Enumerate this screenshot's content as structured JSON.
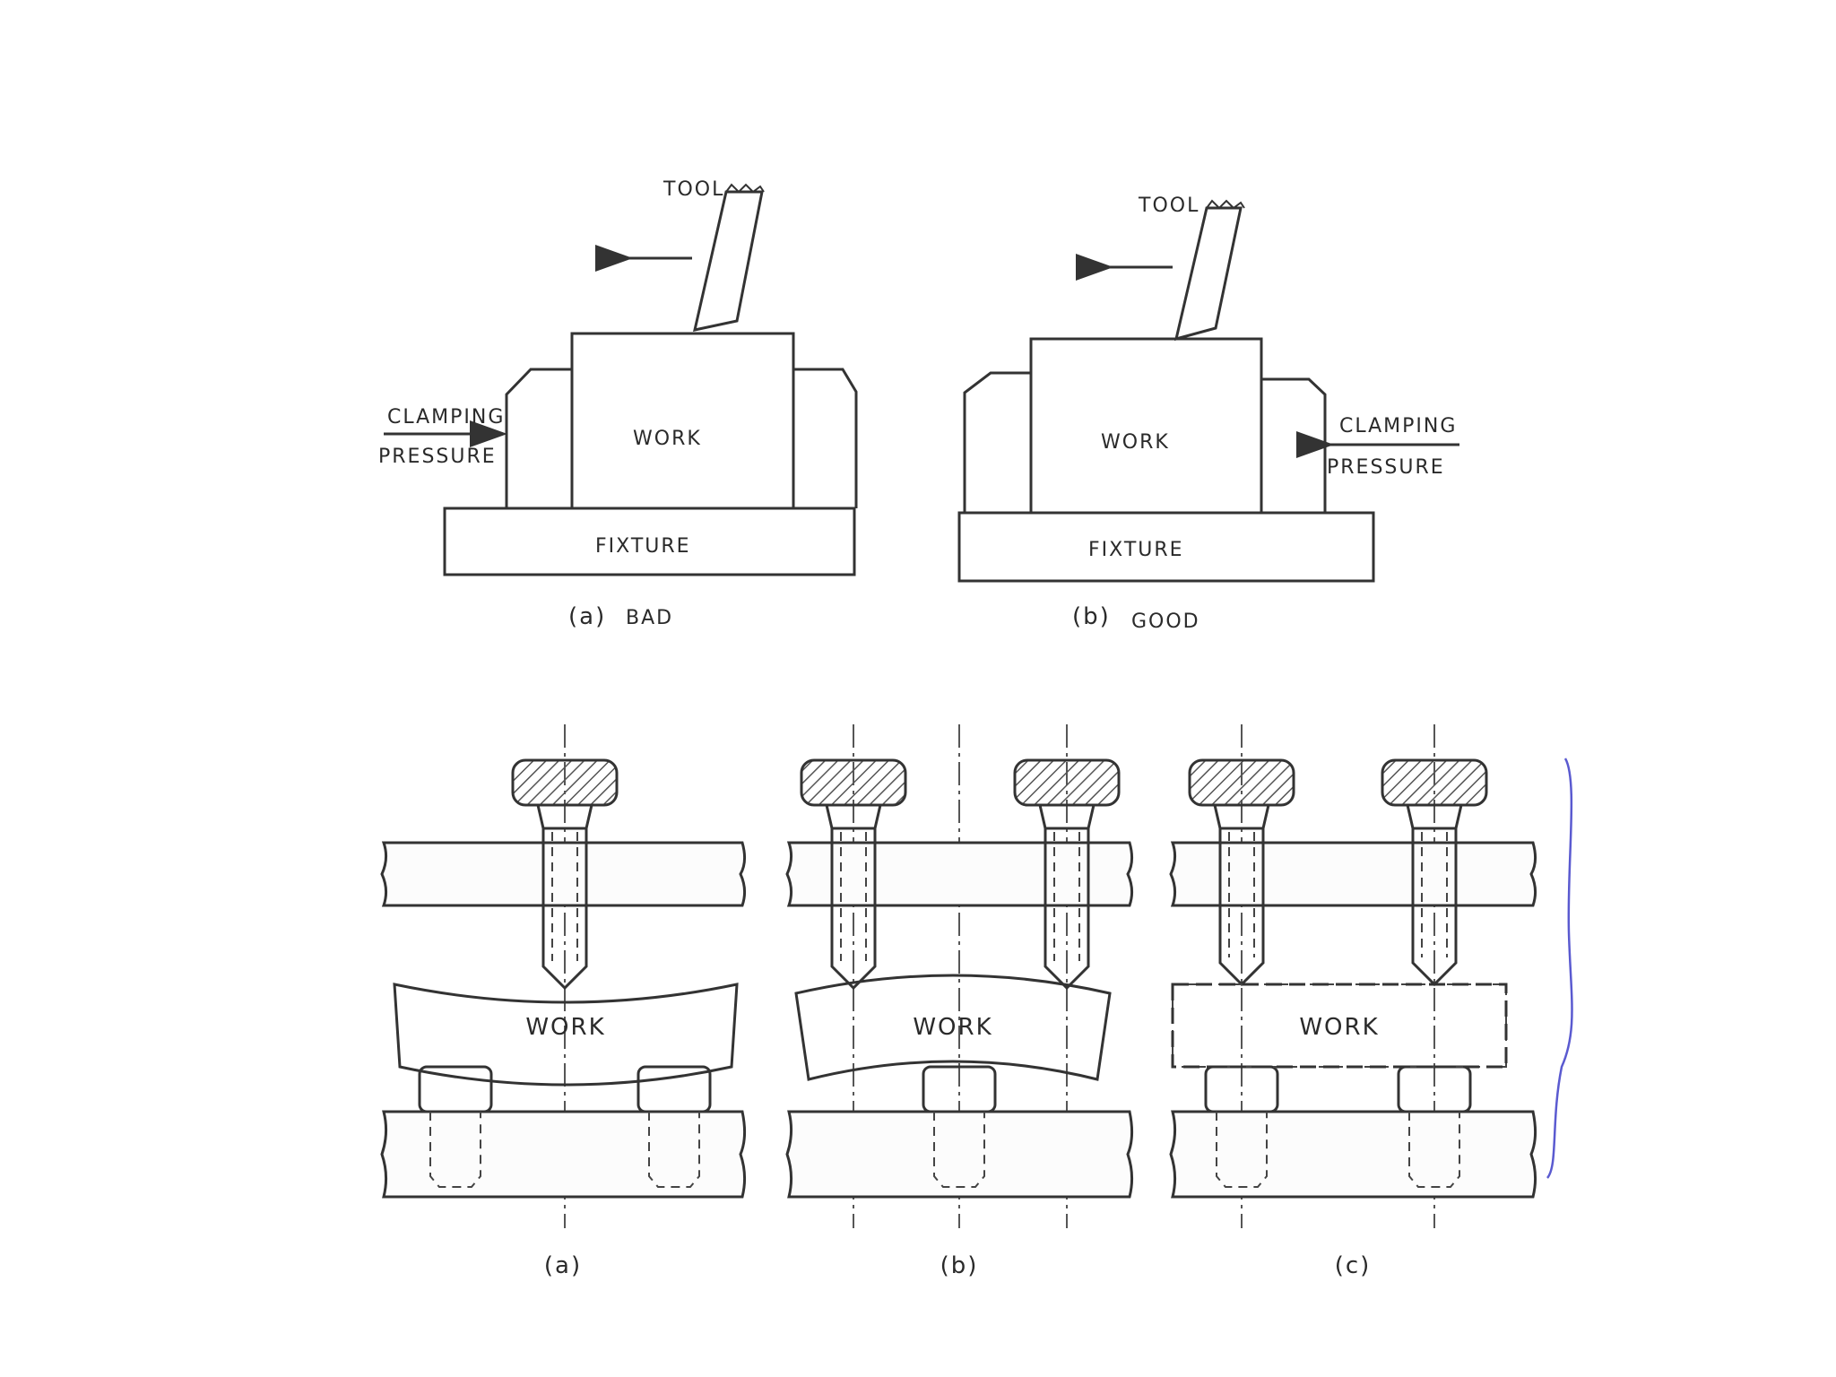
{
  "top_figure": {
    "left": {
      "tool_label": "TOOL",
      "work_label": "WORK",
      "fixture_label": "FIXTURE",
      "clamping_label_line1": "CLAMPING",
      "clamping_label_line2": "PRESSURE",
      "caption_letter": "(a)",
      "caption_word": "BAD"
    },
    "right": {
      "tool_label": "TOOL",
      "work_label": "WORK",
      "fixture_label": "FIXTURE",
      "clamping_label_line1": "CLAMPING",
      "clamping_label_line2": "PRESSURE",
      "caption_letter": "(b)",
      "caption_word": "GOOD"
    }
  },
  "bottom_figure": {
    "panels": [
      {
        "work_label": "WORK",
        "caption": "(a)"
      },
      {
        "work_label": "WORK",
        "caption": "(b)"
      },
      {
        "work_label": "WORK",
        "caption": "(c)"
      }
    ]
  },
  "colors": {
    "ink": "#333333",
    "paper": "#ffffff",
    "hatch": "#555555",
    "pen_mark": "#5a5ad0"
  }
}
